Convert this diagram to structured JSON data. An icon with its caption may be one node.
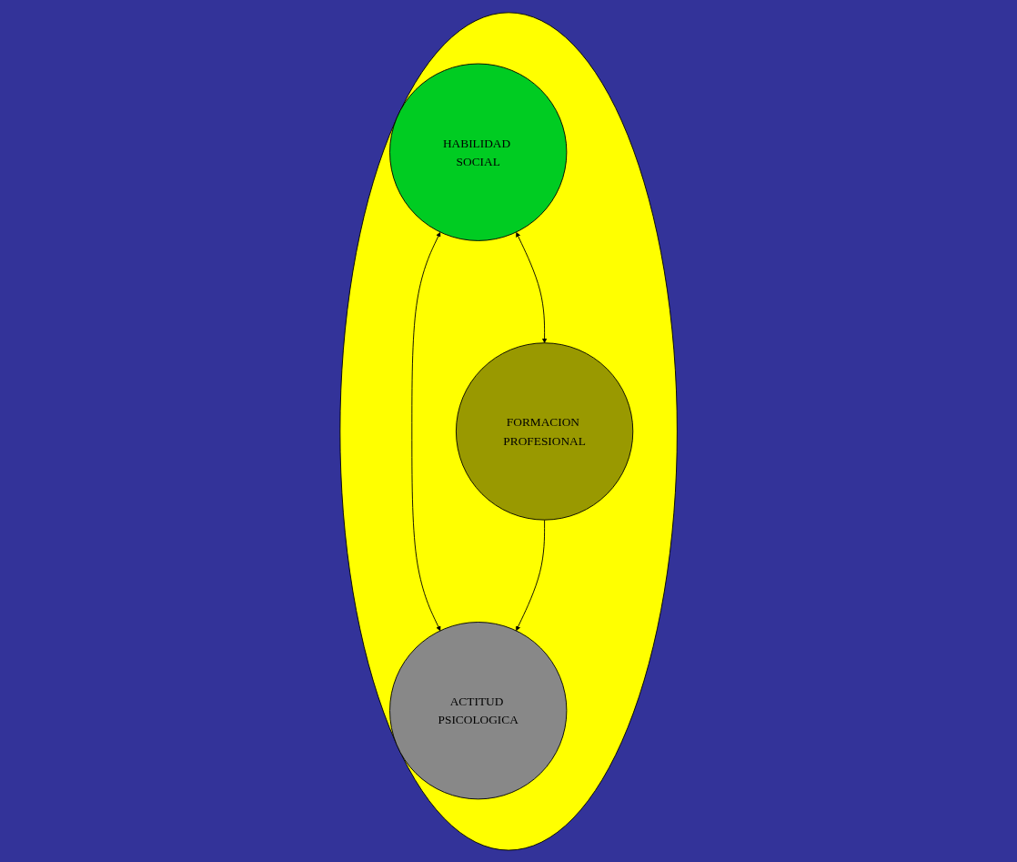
{
  "diagram": {
    "nodes": [
      {
        "text": [],
        "shape": "circle"
      },
      {
        "text": [
          "HABILIDAD SOCIAL"
        ],
        "in": 0
      },
      {
        "text": [
          "FORMACION PROFESIONAL"
        ],
        "in": 0
      },
      {
        "text": [
          "ACTITUD PSICOLOGICA"
        ],
        "in": 0
      }
    ],
    "edges": [
      {
        "from": 1,
        "to": 2,
        "arrow": "both"
      },
      {
        "from": 1,
        "to": 3,
        "arrow": "both"
      },
      {
        "from": 2,
        "to": 3,
        "arrow": "to"
      }
    ]
  }
}
